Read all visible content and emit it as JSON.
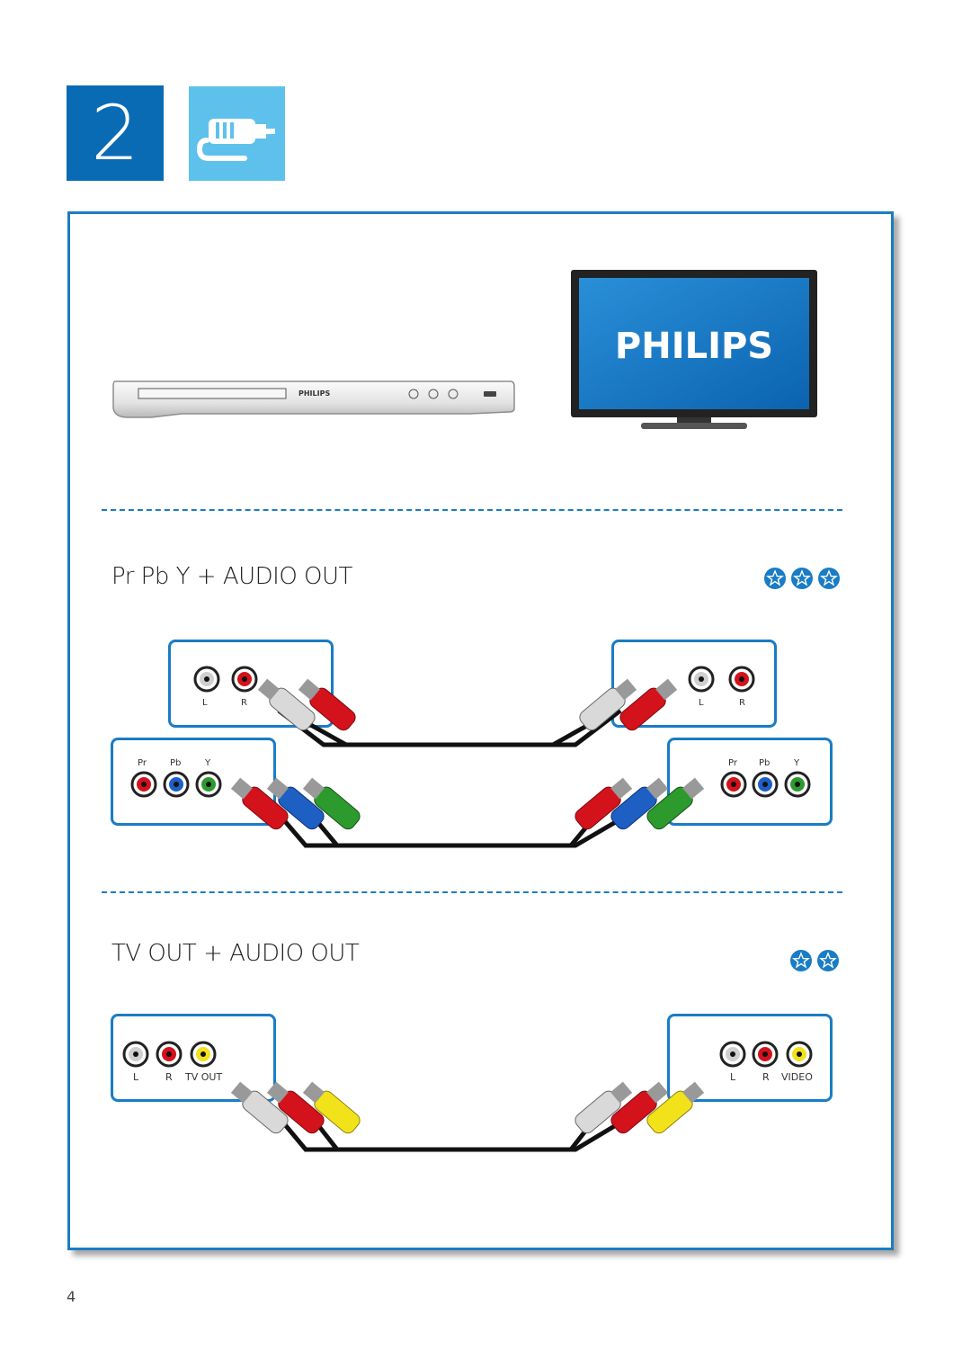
{
  "step": {
    "number": "2",
    "icon": "cable-icon"
  },
  "devices": {
    "player_brand": "PHILIPS",
    "tv_brand": "PHILIPS"
  },
  "sections": [
    {
      "title": "Pr Pb Y + AUDIO OUT",
      "rating_icons": [
        "star-icon",
        "star-icon",
        "star-icon"
      ],
      "audio_labels": [
        "L",
        "R"
      ],
      "component_labels": [
        "Pr",
        "Pb",
        "Y"
      ]
    },
    {
      "title": "TV OUT + AUDIO OUT",
      "rating_icons": [
        "star-icon",
        "star-icon"
      ],
      "player_labels": [
        "L",
        "R",
        "TV OUT"
      ],
      "tv_labels": [
        "L",
        "R",
        "VIDEO"
      ]
    }
  ],
  "colors": {
    "accent": "#1a7cc4",
    "step_box": "#0a6bb5",
    "step_icon_box": "#5ec1ec",
    "plug_white": "#d9d9d9",
    "plug_red": "#d4121b",
    "plug_blue": "#1e5fc4",
    "plug_green": "#2d9a2d",
    "plug_yellow": "#f2e21a"
  },
  "page_number": "4"
}
